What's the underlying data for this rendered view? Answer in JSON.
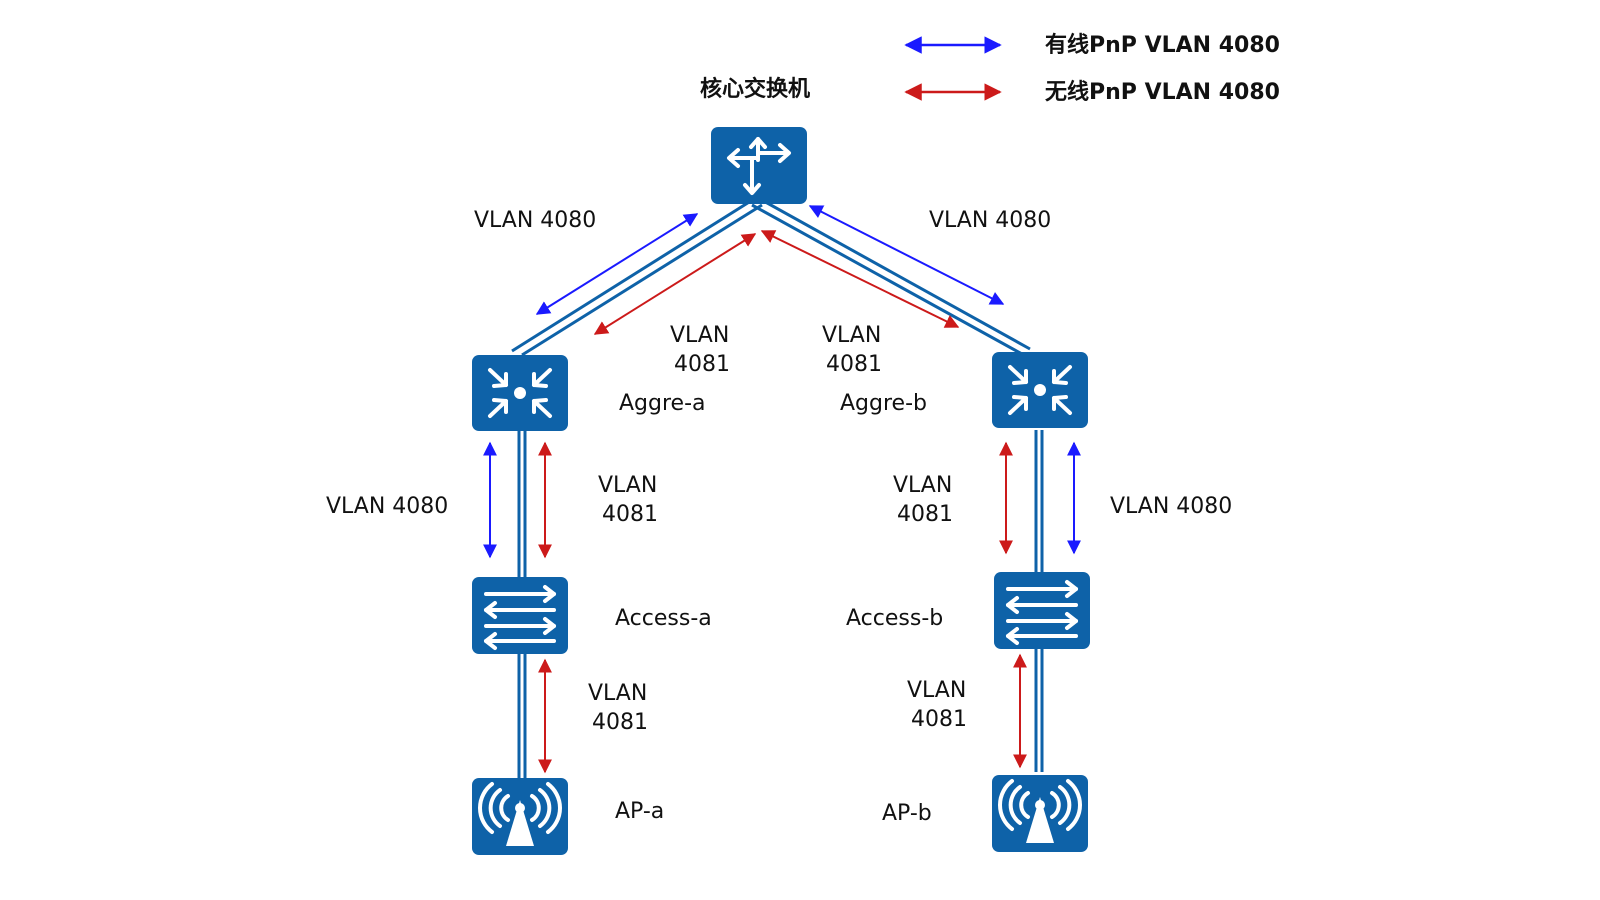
{
  "legend": {
    "wired_label": "有线PnP VLAN 4080",
    "wireless_label": "无线PnP VLAN 4080",
    "wired_color": "#1a1aff",
    "wireless_color": "#cc1a1a"
  },
  "colors": {
    "device": "#0e62a8",
    "link": "#0e62a8"
  },
  "nodes": {
    "core": {
      "label": "核心交换机",
      "icon": "router-icon"
    },
    "aggre_a": {
      "label": "Aggre-a",
      "icon": "aggregation-switch-icon"
    },
    "aggre_b": {
      "label": "Aggre-b",
      "icon": "aggregation-switch-icon"
    },
    "access_a": {
      "label": "Access-a",
      "icon": "switch-icon"
    },
    "access_b": {
      "label": "Access-b",
      "icon": "switch-icon"
    },
    "ap_a": {
      "label": "AP-a",
      "icon": "wireless-ap-icon"
    },
    "ap_b": {
      "label": "AP-b",
      "icon": "wireless-ap-icon"
    }
  },
  "vlan_labels": {
    "core_aggre_a_wired": "VLAN 4080",
    "core_aggre_b_wired": "VLAN 4080",
    "core_aggre_a_wireless": [
      "VLAN",
      "4081"
    ],
    "core_aggre_b_wireless": [
      "VLAN",
      "4081"
    ],
    "aggre_access_a_wired": "VLAN 4080",
    "aggre_access_b_wired": "VLAN 4080",
    "aggre_access_a_wireless": [
      "VLAN",
      "4081"
    ],
    "aggre_access_b_wireless": [
      "VLAN",
      "4081"
    ],
    "access_ap_a_wireless": [
      "VLAN",
      "4081"
    ],
    "access_ap_b_wireless": [
      "VLAN",
      "4081"
    ]
  }
}
